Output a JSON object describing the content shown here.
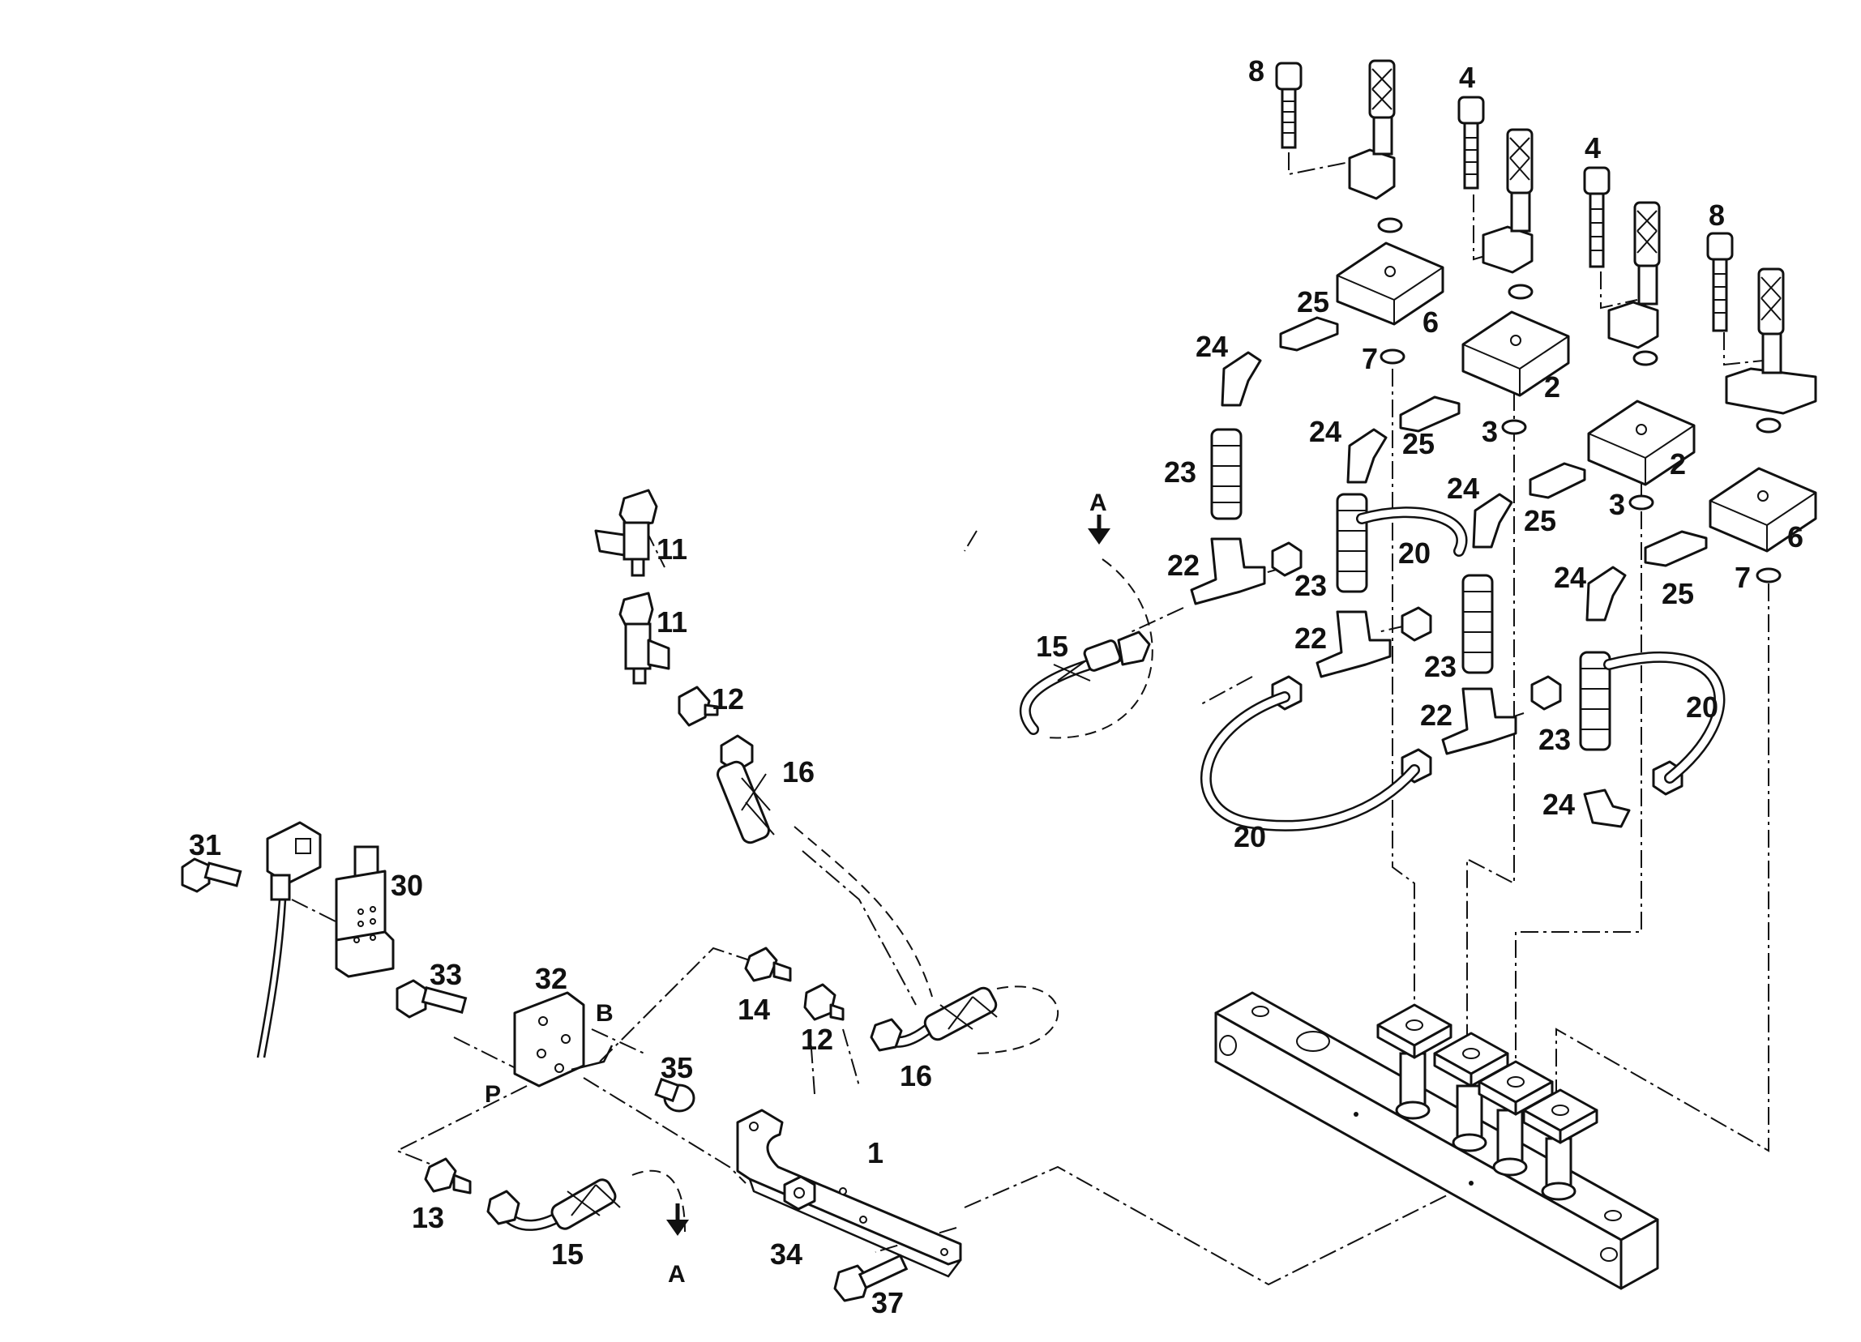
{
  "callouts": {
    "p1": "1",
    "p2a": "2",
    "p2b": "2",
    "p3a": "3",
    "p3b": "3",
    "p4a": "4",
    "p4b": "4",
    "p6a": "6",
    "p6b": "6",
    "p7a": "7",
    "p7b": "7",
    "p8a": "8",
    "p8b": "8",
    "p11a": "11",
    "p11b": "11",
    "p12a": "12",
    "p12b": "12",
    "p13": "13",
    "p14": "14",
    "p15a": "15",
    "p15b": "15",
    "p16a": "16",
    "p16b": "16",
    "p20a": "20",
    "p20b": "20",
    "p20c": "20",
    "p22a": "22",
    "p22b": "22",
    "p22c": "22",
    "p23a": "23",
    "p23b": "23",
    "p23c": "23",
    "p23d": "23",
    "p24a": "24",
    "p24b": "24",
    "p24c": "24",
    "p24d": "24",
    "p24e": "24",
    "p25a": "25",
    "p25b": "25",
    "p25c": "25",
    "p25d": "25",
    "p30": "30",
    "p31": "31",
    "p32": "32",
    "p33": "33",
    "p34": "34",
    "p35": "35",
    "p37": "37"
  },
  "port_labels": {
    "b": "B",
    "p": "P"
  },
  "arrows": {
    "a_top": "A",
    "a_bottom": "A"
  }
}
